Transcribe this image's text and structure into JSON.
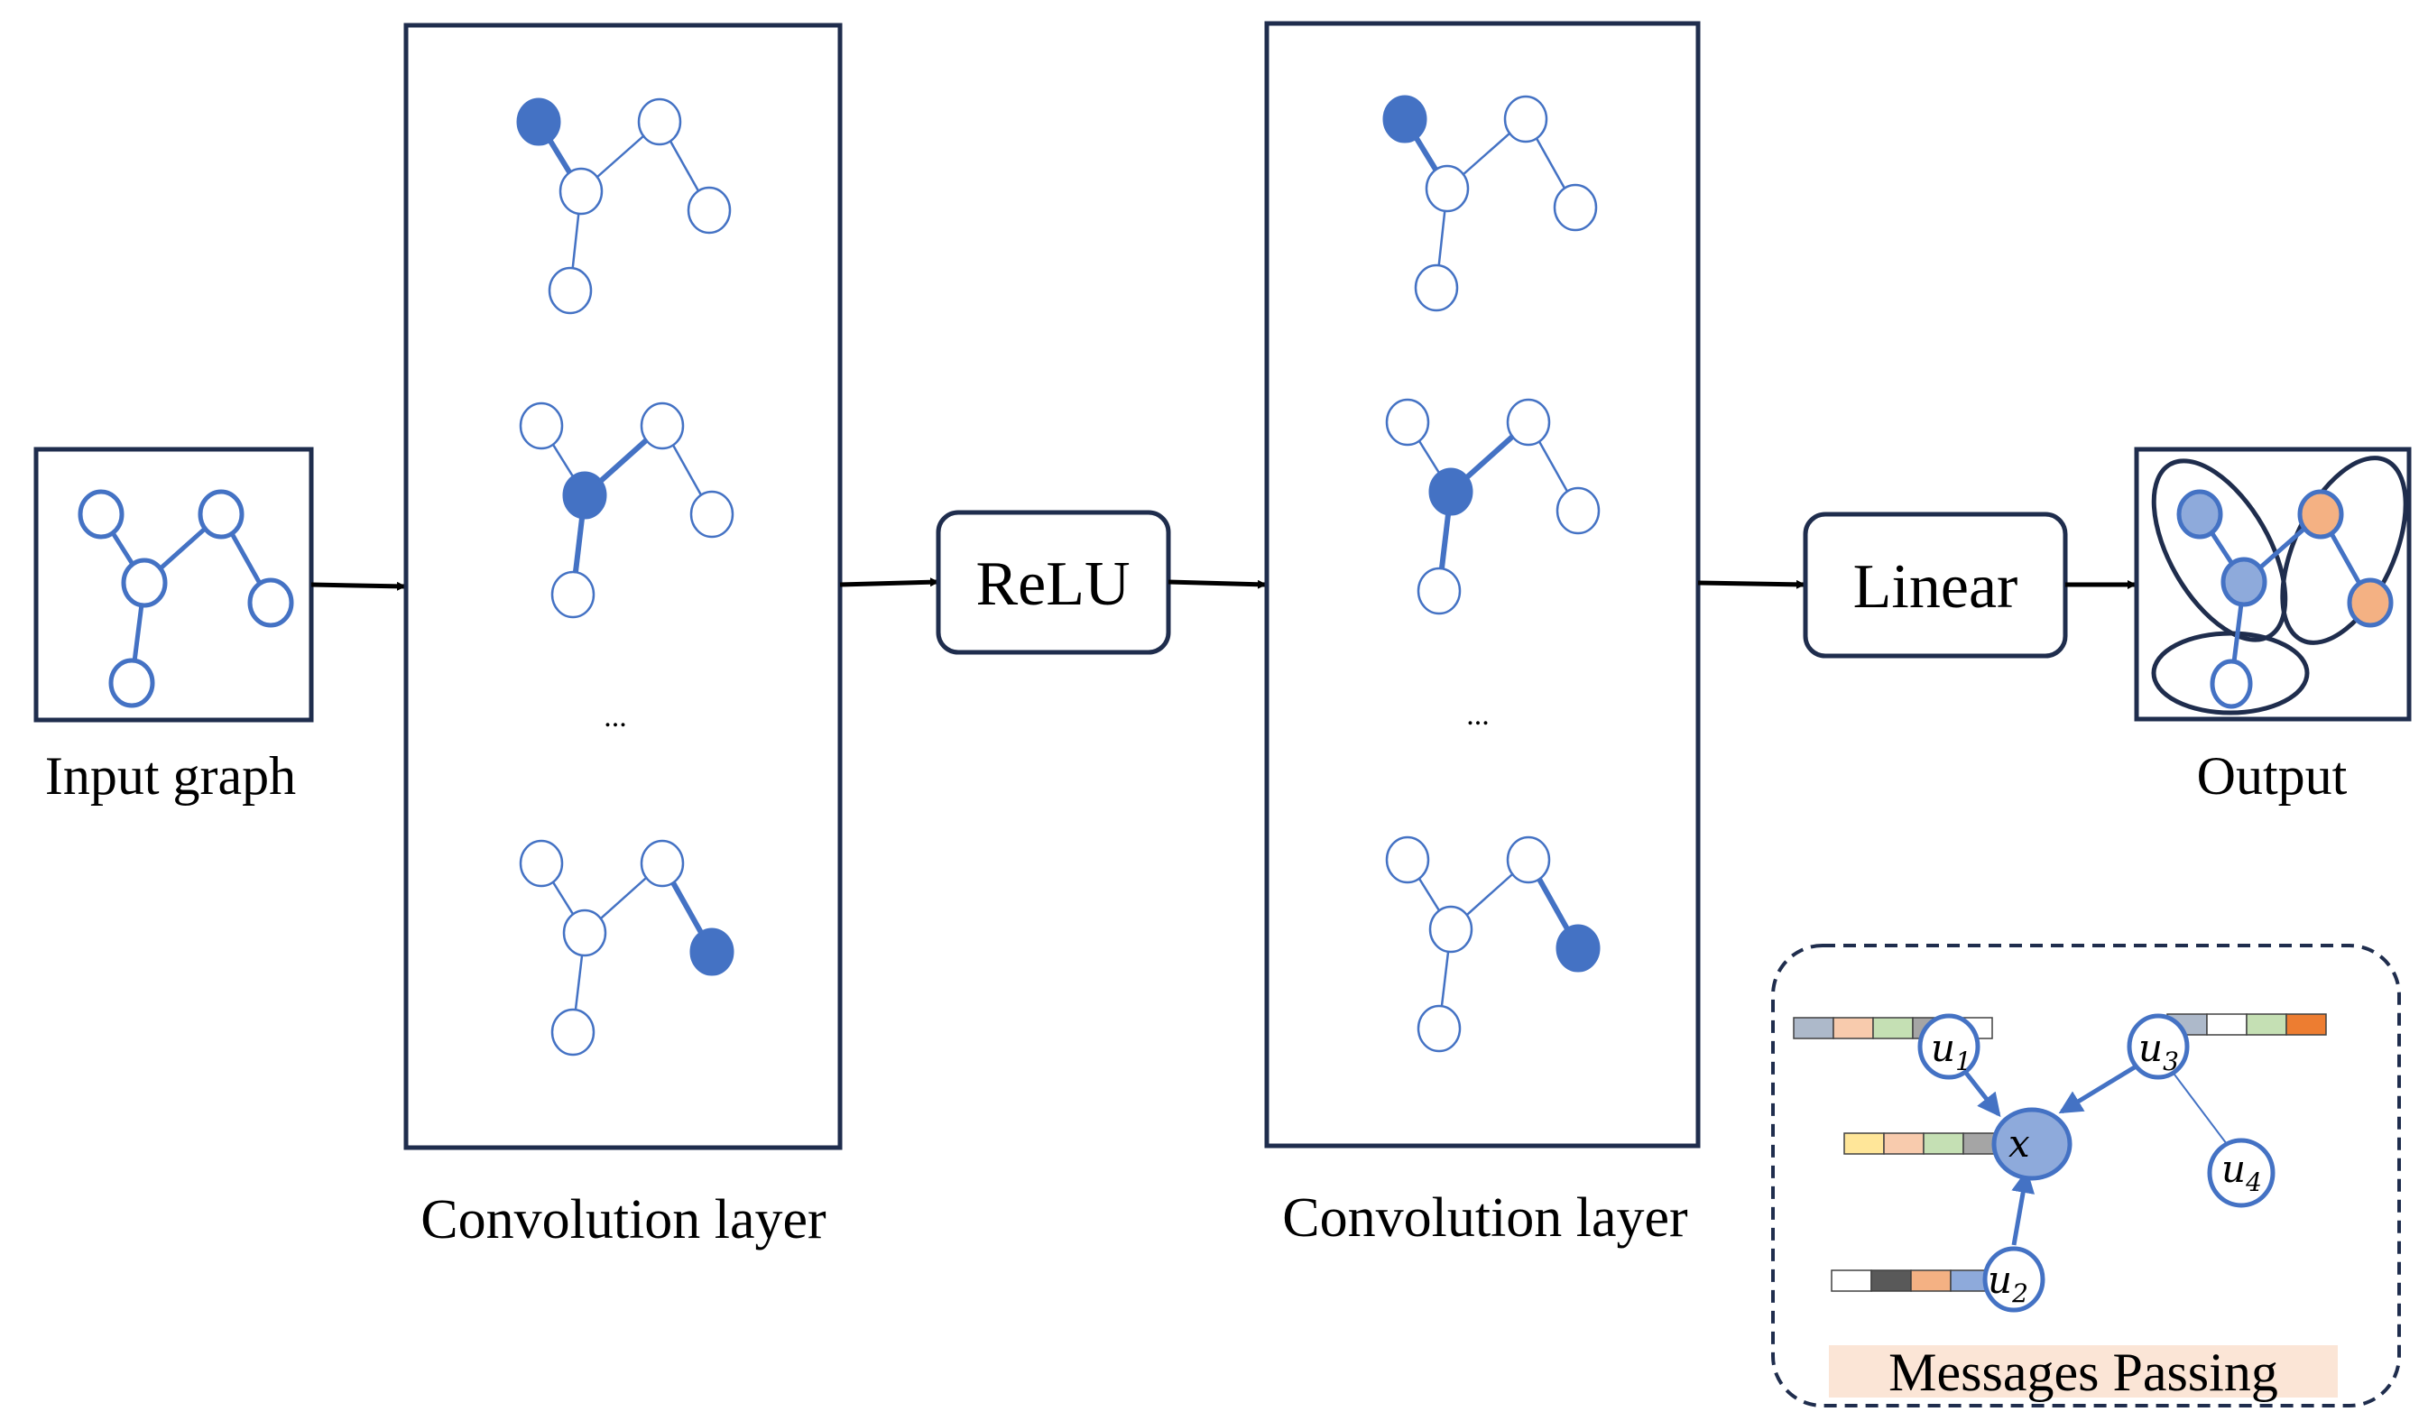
{
  "labels": {
    "input_graph": "Input graph",
    "conv_layer_1": "Convolution layer",
    "conv_layer_2": "Convolution layer",
    "relu": "ReLU",
    "linear": "Linear",
    "output": "Output",
    "ellipsis_1": "...",
    "ellipsis_2": "...",
    "messages_passing": "Messages Passing"
  },
  "message_passing": {
    "center_node": "x",
    "neighbors": [
      {
        "base": "u",
        "sub": "1"
      },
      {
        "base": "u",
        "sub": "2"
      },
      {
        "base": "u",
        "sub": "3"
      },
      {
        "base": "u",
        "sub": "4"
      }
    ]
  },
  "colors": {
    "node_blue": "#4472c4",
    "node_light_blue": "#8eaadb",
    "node_light_orange": "#f4b183",
    "frame_dark_navy": "#1f2d4d",
    "label_highlight": "#fbe5d6",
    "vector_cells": [
      "#adb9ca",
      "#f8cbad",
      "#c5e0b4",
      "#ffe699",
      "#a5a5a5",
      "#595959",
      "#8eaadb",
      "#ed7d31",
      "#ffffff"
    ]
  }
}
